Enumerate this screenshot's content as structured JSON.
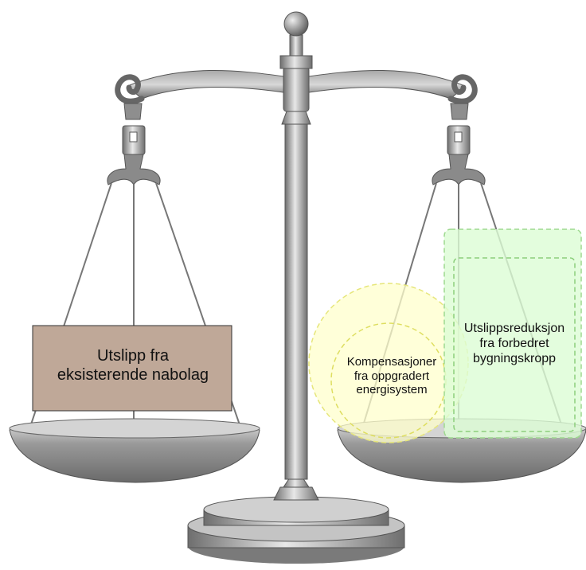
{
  "left_pan": {
    "box_lines": [
      "Utslipp fra",
      "eksisterende nabolag"
    ],
    "box_fill": "#bfa898"
  },
  "right_pan": {
    "circle_lines": [
      "Kompensasjoner",
      "fra oppgradert",
      "energisystem"
    ],
    "circle_fill": "#ffffcc",
    "rect_lines": [
      "Utslippsreduksjon",
      "fra forbedret",
      "bygningskropp"
    ],
    "rect_fill": "#dcfcd4"
  },
  "scale_color": "#8a8a8a"
}
